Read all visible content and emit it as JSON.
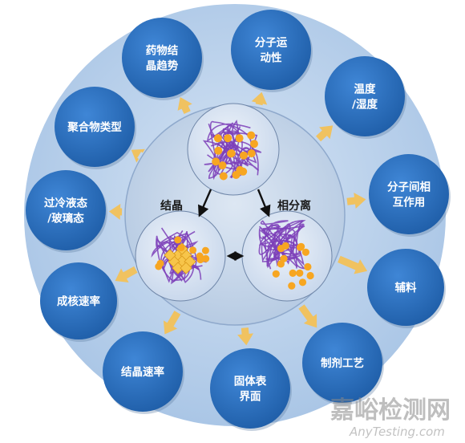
{
  "center": {
    "crystallization_label": "结晶",
    "phase_separation_label": "相分离"
  },
  "factors": [
    {
      "lines": [
        "药物结",
        "晶趋势"
      ]
    },
    {
      "lines": [
        "分子运",
        "动性"
      ]
    },
    {
      "lines": [
        "温度",
        "/湿度"
      ]
    },
    {
      "lines": [
        "分子间相",
        "互作用"
      ]
    },
    {
      "lines": [
        "辅料"
      ]
    },
    {
      "lines": [
        "制剂工艺"
      ]
    },
    {
      "lines": [
        "固体表",
        "界面"
      ]
    },
    {
      "lines": [
        "结晶速率"
      ]
    },
    {
      "lines": [
        "成核速率"
      ]
    },
    {
      "lines": [
        "过冷液态",
        "/玻璃态"
      ]
    },
    {
      "lines": [
        "聚合物类型"
      ]
    }
  ],
  "watermark": {
    "cn": "嘉峪检测网",
    "en": "AnyTesting.com"
  },
  "colors": {
    "outer_ring": "#bcd3ec",
    "inner_circle": "#c7d7ec",
    "node_fill": "#2e73c3",
    "arrow": "#f0c260",
    "particle": "#f7a621",
    "polymer": "#7c3fb8",
    "crystal": "#f7c54a"
  }
}
